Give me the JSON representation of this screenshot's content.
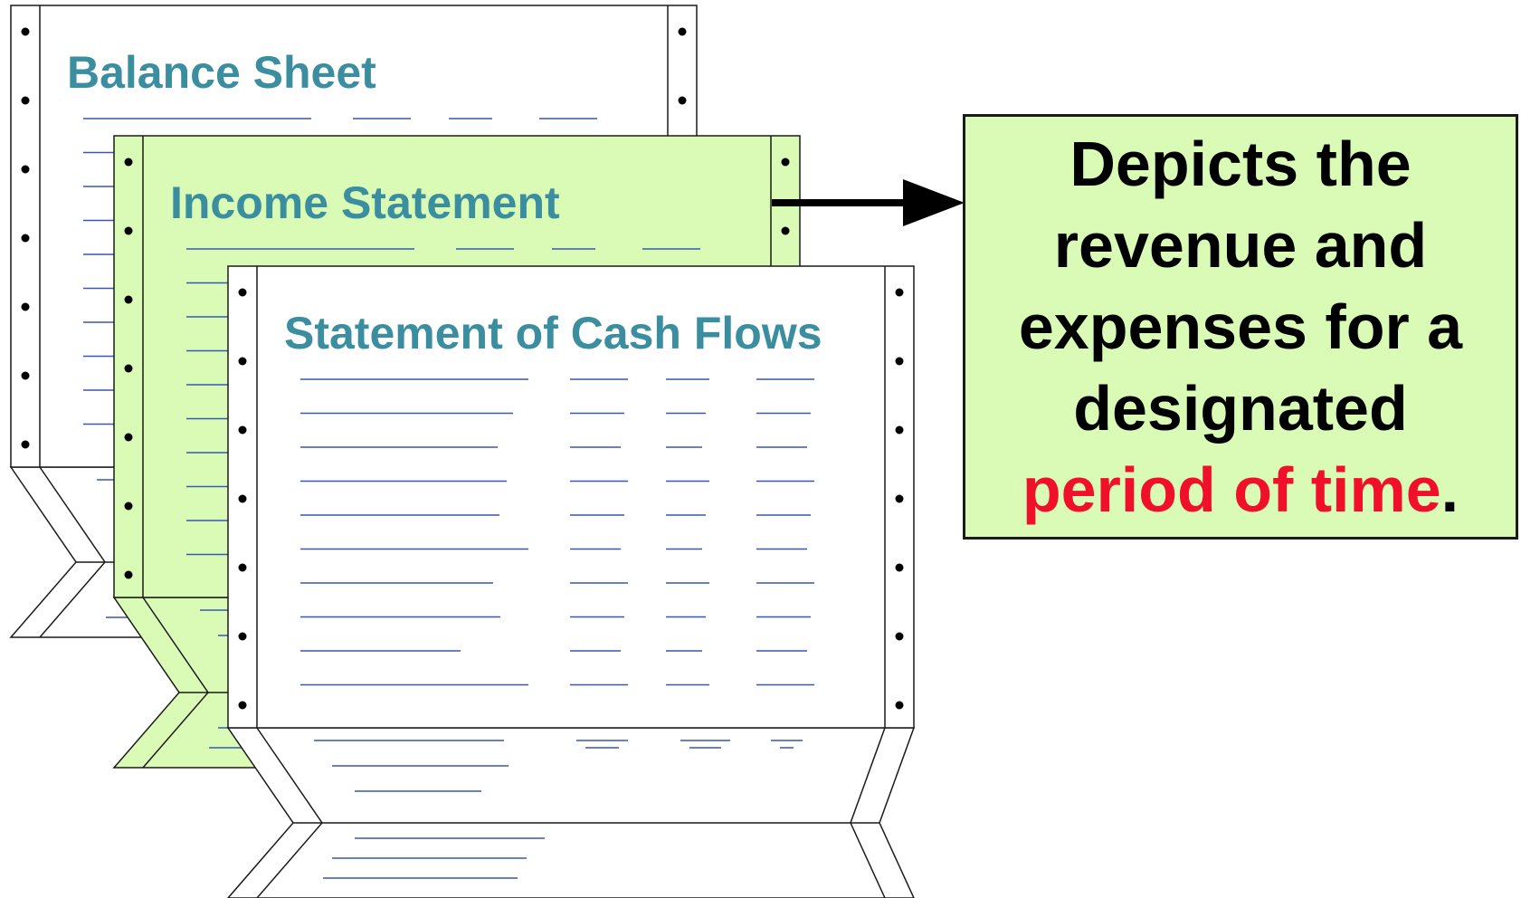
{
  "sheets": [
    {
      "id": "balance-sheet",
      "title": "Balance Sheet",
      "fill": "#ffffff"
    },
    {
      "id": "income-statement",
      "title": "Income Statement",
      "fill": "#d9fbb5"
    },
    {
      "id": "cash-flows",
      "title": "Statement of Cash Flows",
      "fill": "#ffffff"
    }
  ],
  "callout": {
    "line1": "Depicts the",
    "line2": "revenue and",
    "line3": "expenses for a",
    "line4": "designated",
    "highlight": "period of time",
    "trailing": ".",
    "highlight_color": "#f0102a",
    "fill": "#d9fbb5"
  },
  "colors": {
    "title": "#3a8ea0",
    "rule_line": "#3a56b0",
    "outline": "#1a1a1a",
    "sheet_green": "#d9fbb5"
  }
}
